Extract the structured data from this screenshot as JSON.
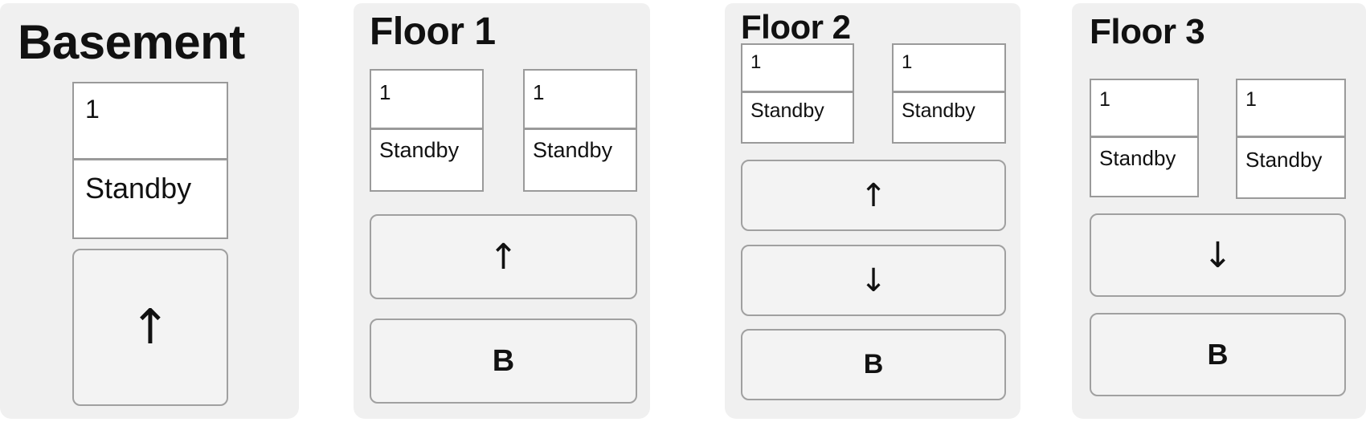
{
  "panels": [
    {
      "title": "Basement",
      "elevators": [
        {
          "floor": "1",
          "status": "Standby"
        }
      ],
      "buttons": [
        {
          "label": "↑",
          "icon": "arrow-up-icon"
        }
      ]
    },
    {
      "title": "Floor 1",
      "elevators": [
        {
          "floor": "1",
          "status": "Standby"
        },
        {
          "floor": "1",
          "status": "Standby"
        }
      ],
      "buttons": [
        {
          "label": "↑",
          "icon": "arrow-up-icon"
        },
        {
          "label": "B"
        }
      ]
    },
    {
      "title": "Floor 2",
      "elevators": [
        {
          "floor": "1",
          "status": "Standby"
        },
        {
          "floor": "1",
          "status": "Standby"
        }
      ],
      "buttons": [
        {
          "label": "↑",
          "icon": "arrow-up-icon"
        },
        {
          "label": "↓",
          "icon": "arrow-down-icon"
        },
        {
          "label": "B"
        }
      ]
    },
    {
      "title": "Floor 3",
      "elevators": [
        {
          "floor": "1",
          "status": "Standby"
        },
        {
          "floor": "1",
          "status": "Standby"
        }
      ],
      "buttons": [
        {
          "label": "↓",
          "icon": "arrow-down-icon"
        },
        {
          "label": "B"
        }
      ]
    }
  ]
}
